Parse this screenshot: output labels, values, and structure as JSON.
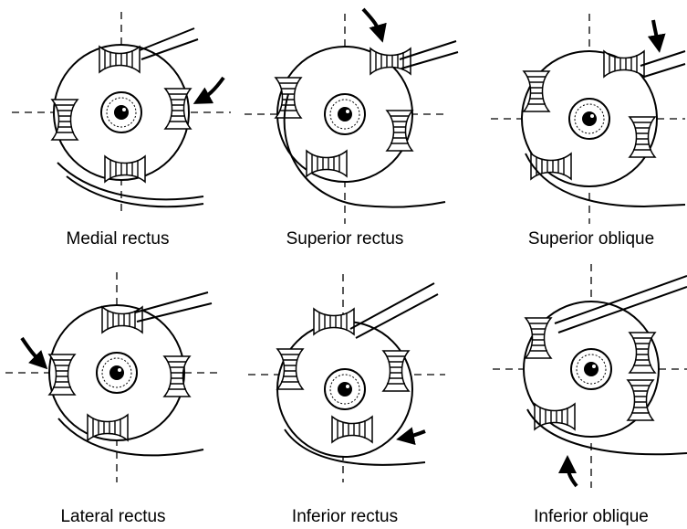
{
  "panels": [
    {
      "label": "Medial rectus",
      "arrow": "right-side-downward"
    },
    {
      "label": "Superior rectus",
      "arrow": "top-downward"
    },
    {
      "label": "Superior oblique",
      "arrow": "top-right-downward"
    },
    {
      "label": "Lateral rectus",
      "arrow": "left-side-downward"
    },
    {
      "label": "Inferior rectus",
      "arrow": "bottom-right-leftward"
    },
    {
      "label": "Inferior oblique",
      "arrow": "bottom-upward"
    }
  ],
  "colors": {
    "ink": "#000000",
    "background": "#ffffff"
  }
}
